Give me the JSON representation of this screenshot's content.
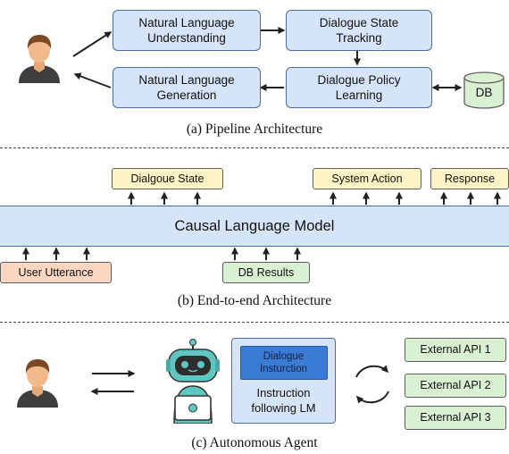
{
  "pipeline": {
    "nlu_label": "Natural Language\nUnderstanding",
    "dst_label": "Dialogue State\nTracking",
    "nlg_label": "Natural Language\nGeneration",
    "policy_label": "Dialogue Policy\nLearning",
    "db_label": "DB",
    "caption": "(a) Pipeline Architecture"
  },
  "end_to_end": {
    "dialogue_state_label": "Dialgoue State",
    "system_action_label": "System Action",
    "response_label": "Response",
    "model_label": "Causal Language Model",
    "user_utterance_label": "User Utterance",
    "db_results_label": "DB Results",
    "caption": "(b) End-to-end Architecture"
  },
  "agent": {
    "instruction_label": "Dialogue\nInsturction",
    "lm_label": "Instruction\nfollowing LM",
    "apis": [
      "External API 1",
      "External API 2",
      "External API 3"
    ],
    "caption": "(c) Autonomous Agent"
  },
  "colors": {
    "module_fill": "#d6e4f7",
    "module_border": "#4a6d9c",
    "output_fill": "#fdf3c4",
    "input_user_fill": "#fbd7c1",
    "input_db_fill": "#d9f0d2",
    "robot_teal": "#5fc6c1"
  },
  "icons": [
    "user-icon",
    "database-icon",
    "robot-icon",
    "laptop-icon",
    "cycle-arrows-icon"
  ]
}
